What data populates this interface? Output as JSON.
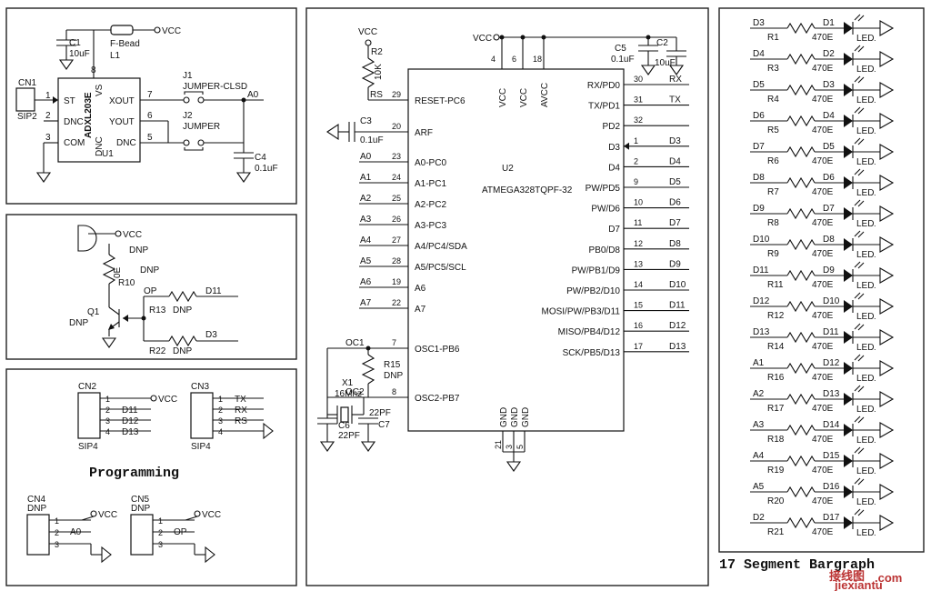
{
  "panel_accel": {
    "cn1": "CN1",
    "cn1_type": "SIP2",
    "c1": "C1",
    "c1_val": "10uF",
    "l1": "L1",
    "l1_val": "F-Bead",
    "vcc": "VCC",
    "u1": "U1",
    "u1_part": "ADXL203E",
    "pin_st": "ST",
    "pin_dnc1": "DNC",
    "pin_com": "COM",
    "pin_xout": "XOUT",
    "pin_yout": "YOUT",
    "pin_dnc2": "DNC",
    "pin_dnc3": "DNC",
    "pin_vs": "VS",
    "n1": "1",
    "n2": "2",
    "n3": "3",
    "n7": "7",
    "n6": "6",
    "n5": "5",
    "n8": "8",
    "j1": "J1",
    "j1_val": "JUMPER-CLSD",
    "j2": "J2",
    "j2_val": "JUMPER",
    "a0": "A0",
    "c4": "C4",
    "c4_val": "0.1uF"
  },
  "panel_driver": {
    "vcc": "VCC",
    "dnp": "DNP",
    "r10_val": "0E",
    "r10": "R10",
    "q1": "Q1",
    "op": "OP",
    "r13": "R13",
    "r22": "R22",
    "d11": "D11",
    "d3": "D3"
  },
  "panel_prog": {
    "cn2": "CN2",
    "cn2_type": "SIP4",
    "cn2_pins": [
      "1",
      "2",
      "3",
      "4"
    ],
    "cn2_nets": [
      "",
      "D11",
      "D12",
      "D13"
    ],
    "cn3": "CN3",
    "cn3_type": "SIP4",
    "cn3_pins": [
      "1",
      "2",
      "3",
      "4"
    ],
    "cn3_nets": [
      "TX",
      "RX",
      "RS",
      ""
    ],
    "vcc": "VCC",
    "title": "Programming",
    "cn4": "CN4",
    "cn4_dnp": "DNP",
    "cn4_pins": [
      "1",
      "2",
      "3"
    ],
    "cn4_net": "A0",
    "cn5": "CN5",
    "cn5_dnp": "DNP",
    "cn5_pins": [
      "1",
      "2",
      "3"
    ],
    "cn5_net": "OP"
  },
  "panel_mcu": {
    "u2": "U2",
    "u2_part": "ATMEGA328TQPF-32",
    "vcc": "VCC",
    "r2": "R2",
    "r2_val": "10K",
    "rs": "RS",
    "c3": "C3",
    "c3_val": "0.1uF",
    "c5": "C5",
    "c5_val": "0.1uF",
    "c2": "C2",
    "c2_val": "10uF",
    "top_pins": [
      {
        "num": "4",
        "name": "VCC"
      },
      {
        "num": "6",
        "name": "VCC"
      },
      {
        "num": "18",
        "name": "AVCC"
      }
    ],
    "bottom_pins": [
      {
        "num": "21",
        "name": "GND"
      },
      {
        "num": "3",
        "name": "GND"
      },
      {
        "num": "5",
        "name": "GND"
      }
    ],
    "left_pins": [
      {
        "net": "RS",
        "num": "29",
        "name": "RESET-PC6"
      },
      {
        "net": "",
        "num": "20",
        "name": "ARF"
      },
      {
        "net": "A0",
        "num": "23",
        "name": "A0-PC0"
      },
      {
        "net": "A1",
        "num": "24",
        "name": "A1-PC1"
      },
      {
        "net": "A2",
        "num": "25",
        "name": "A2-PC2"
      },
      {
        "net": "A3",
        "num": "26",
        "name": "A3-PC3"
      },
      {
        "net": "A4",
        "num": "27",
        "name": "A4/PC4/SDA"
      },
      {
        "net": "A5",
        "num": "28",
        "name": "A5/PC5/SCL"
      },
      {
        "net": "A6",
        "num": "19",
        "name": "A6"
      },
      {
        "net": "A7",
        "num": "22",
        "name": "A7"
      },
      {
        "net": "OC1",
        "num": "7",
        "name": "OSC1-PB6"
      },
      {
        "net": "OC2",
        "num": "8",
        "name": "OSC2-PB7"
      }
    ],
    "right_pins": [
      {
        "num": "30",
        "name": "RX/PD0",
        "net": "RX"
      },
      {
        "num": "31",
        "name": "TX/PD1",
        "net": "TX"
      },
      {
        "num": "32",
        "name": "PD2",
        "net": ""
      },
      {
        "num": "1",
        "name": "D3",
        "net": "D3"
      },
      {
        "num": "2",
        "name": "D4",
        "net": "D4"
      },
      {
        "num": "9",
        "name": "PW/PD5",
        "net": "D5"
      },
      {
        "num": "10",
        "name": "PW/D6",
        "net": "D6"
      },
      {
        "num": "11",
        "name": "D7",
        "net": "D7"
      },
      {
        "num": "12",
        "name": "PB0/D8",
        "net": "D8"
      },
      {
        "num": "13",
        "name": "PW/PB1/D9",
        "net": "D9"
      },
      {
        "num": "14",
        "name": "PW/PB2/D10",
        "net": "D10"
      },
      {
        "num": "15",
        "name": "MOSI/PW/PB3/D11",
        "net": "D11"
      },
      {
        "num": "16",
        "name": "MISO/PB4/D12",
        "net": "D12"
      },
      {
        "num": "17",
        "name": "SCK/PB5/D13",
        "net": "D13"
      }
    ],
    "r15": "R15",
    "r15_dnp": "DNP",
    "x1": "X1",
    "x1_val": "16Mhz",
    "c6": "C6",
    "c6_val": "22PF",
    "c7": "C7",
    "c7_val": "22PF"
  },
  "panel_leds": {
    "title": "17 Segment Bargraph",
    "res_val": "470E",
    "led_label": "LED",
    "rows": [
      {
        "net": "D3",
        "r": "R1",
        "d": "D1"
      },
      {
        "net": "D4",
        "r": "R3",
        "d": "D2"
      },
      {
        "net": "D5",
        "r": "R4",
        "d": "D3"
      },
      {
        "net": "D6",
        "r": "R5",
        "d": "D4"
      },
      {
        "net": "D7",
        "r": "R6",
        "d": "D5"
      },
      {
        "net": "D8",
        "r": "R7",
        "d": "D6"
      },
      {
        "net": "D9",
        "r": "R8",
        "d": "D7"
      },
      {
        "net": "D10",
        "r": "R9",
        "d": "D8"
      },
      {
        "net": "D11",
        "r": "R11",
        "d": "D9"
      },
      {
        "net": "D12",
        "r": "R12",
        "d": "D10"
      },
      {
        "net": "D13",
        "r": "R14",
        "d": "D11"
      },
      {
        "net": "A1",
        "r": "R16",
        "d": "D12"
      },
      {
        "net": "A2",
        "r": "R17",
        "d": "D13"
      },
      {
        "net": "A3",
        "r": "R18",
        "d": "D14"
      },
      {
        "net": "A4",
        "r": "R19",
        "d": "D15"
      },
      {
        "net": "A5",
        "r": "R20",
        "d": "D16"
      },
      {
        "net": "D2",
        "r": "R21",
        "d": "D17"
      }
    ]
  },
  "watermark": {
    "cn": "接线图",
    "com": ".com",
    "url": "jiexiantu"
  }
}
